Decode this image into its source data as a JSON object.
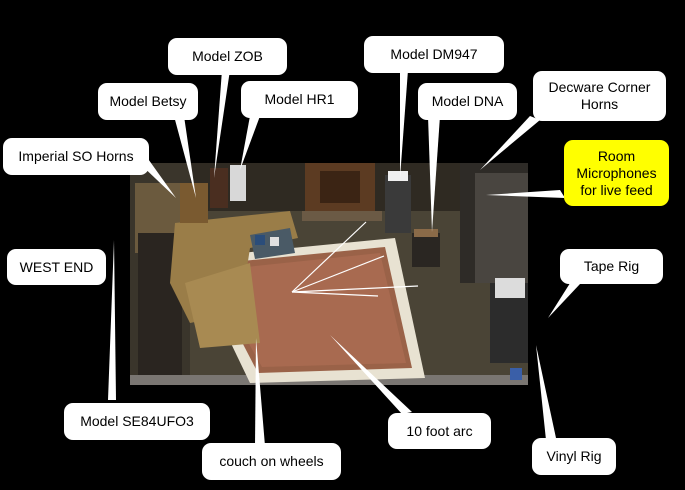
{
  "colors": {
    "background": "#000000",
    "callout": "#ffffff",
    "callout_highlight": "#ffff00",
    "text": "#000000"
  },
  "labels": {
    "model_zob": "Model ZOB",
    "model_dm947": "Model DM947",
    "model_betsy": "Model Betsy",
    "model_hr1": "Model HR1",
    "model_dna": "Model DNA",
    "decware_corner_horns": "Decware Corner Horns",
    "imperial_so_horns": "Imperial SO Horns",
    "room_microphones": "Room Microphones for live feed",
    "west_end": "WEST END",
    "tape_rig": "Tape Rig",
    "model_se84ufo3": "Model SE84UFO3",
    "ten_foot_arc": "10 foot arc",
    "vinyl_rig": "Vinyl Rig",
    "couch_on_wheels": "couch on wheels"
  }
}
